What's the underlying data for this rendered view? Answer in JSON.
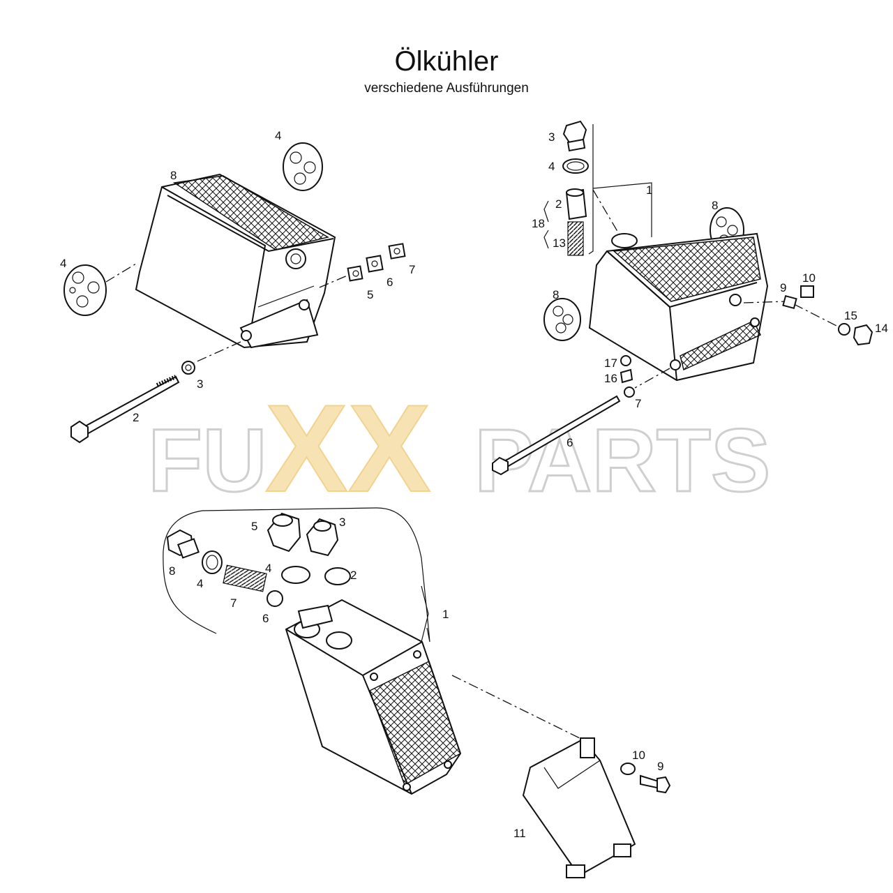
{
  "title": "Ölkühler",
  "subtitle": "verschiedene Ausführungen",
  "watermark": {
    "left": "FU",
    "middle": "XX",
    "right": "PARTS"
  },
  "callouts": {
    "a": {
      "c1": "4",
      "c2": "8",
      "c3": "4",
      "c4": "5",
      "c5": "6",
      "c6": "7",
      "c7": "3",
      "c8": "2"
    },
    "b": {
      "c1": "3",
      "c2": "4",
      "c3": "1",
      "c4": "2",
      "c5": "18",
      "c6": "13",
      "c7": "8",
      "c8": "8",
      "c9": "9",
      "c10": "10",
      "c11": "15",
      "c12": "14",
      "c13": "17",
      "c14": "16",
      "c15": "7",
      "c16": "6"
    },
    "c": {
      "c1": "5",
      "c2": "3",
      "c3": "8",
      "c4": "4",
      "c5": "4",
      "c6": "2",
      "c7": "7",
      "c8": "6",
      "c9": "1",
      "c10": "10",
      "c11": "9",
      "c12": "11"
    }
  }
}
